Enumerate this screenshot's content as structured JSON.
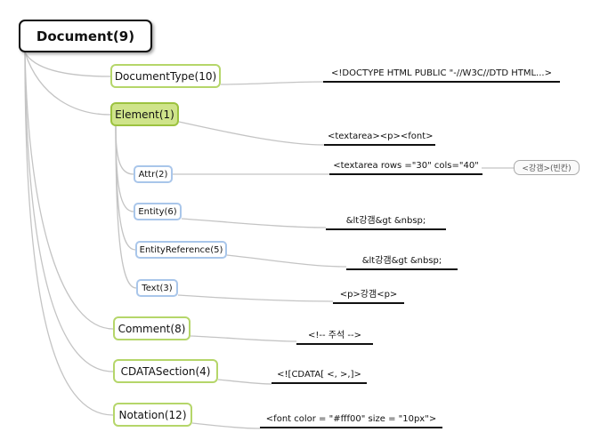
{
  "root": {
    "label": "Document(9)"
  },
  "nodes": {
    "document_type": "DocumentType(10)",
    "element": "Element(1)",
    "attr": "Attr(2)",
    "entity": "Entity(6)",
    "entity_reference": "EntityReference(5)",
    "text": "Text(3)",
    "comment": "Comment(8)",
    "cdata_section": "CDATASection(4)",
    "notation": "Notation(12)"
  },
  "values": {
    "document_type": "<!DOCTYPE HTML PUBLIC \"-//W3C//DTD HTML...>",
    "element": "<textarea><p><font>",
    "attr": "<textarea rows =\"30\" cols=\"40\"",
    "entity": "&lt강갬&gt &nbsp;",
    "entity_reference": "&lt강갬&gt &nbsp;",
    "text": "<p>강갬<p>",
    "comment": "<!-- 주석 -->",
    "cdata_section": "<![CDATA[ <, >,]>",
    "notation": "<font color = \"#fff00\" size = \"10px\">"
  },
  "notes": {
    "attr_note": "<강갬>(빈칸)"
  },
  "colors": {
    "level1_border": "#b5d66a",
    "level1_selected_fill": "#cfe48a",
    "level2_border": "#a9c6ea",
    "connector": "#c4c4c4"
  }
}
